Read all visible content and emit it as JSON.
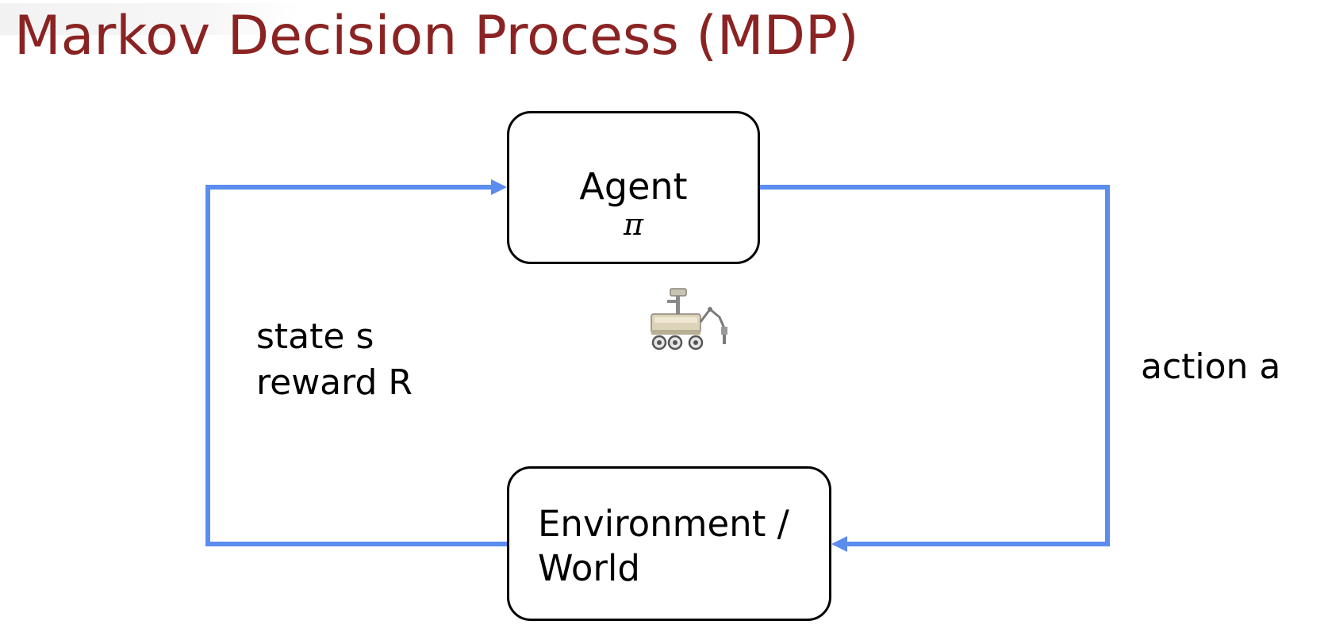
{
  "title": "Markov Decision Process (MDP)",
  "agent": {
    "label": "Agent",
    "policy_symbol": "π"
  },
  "environment": {
    "label": "Environment /\nWorld"
  },
  "feedback": {
    "state": "state s",
    "reward": "reward R"
  },
  "action": {
    "label": "action a"
  },
  "colors": {
    "title": "#8b2323",
    "arrow": "#5b8def",
    "box_border": "#000000"
  },
  "icons": [
    "rover-icon"
  ]
}
